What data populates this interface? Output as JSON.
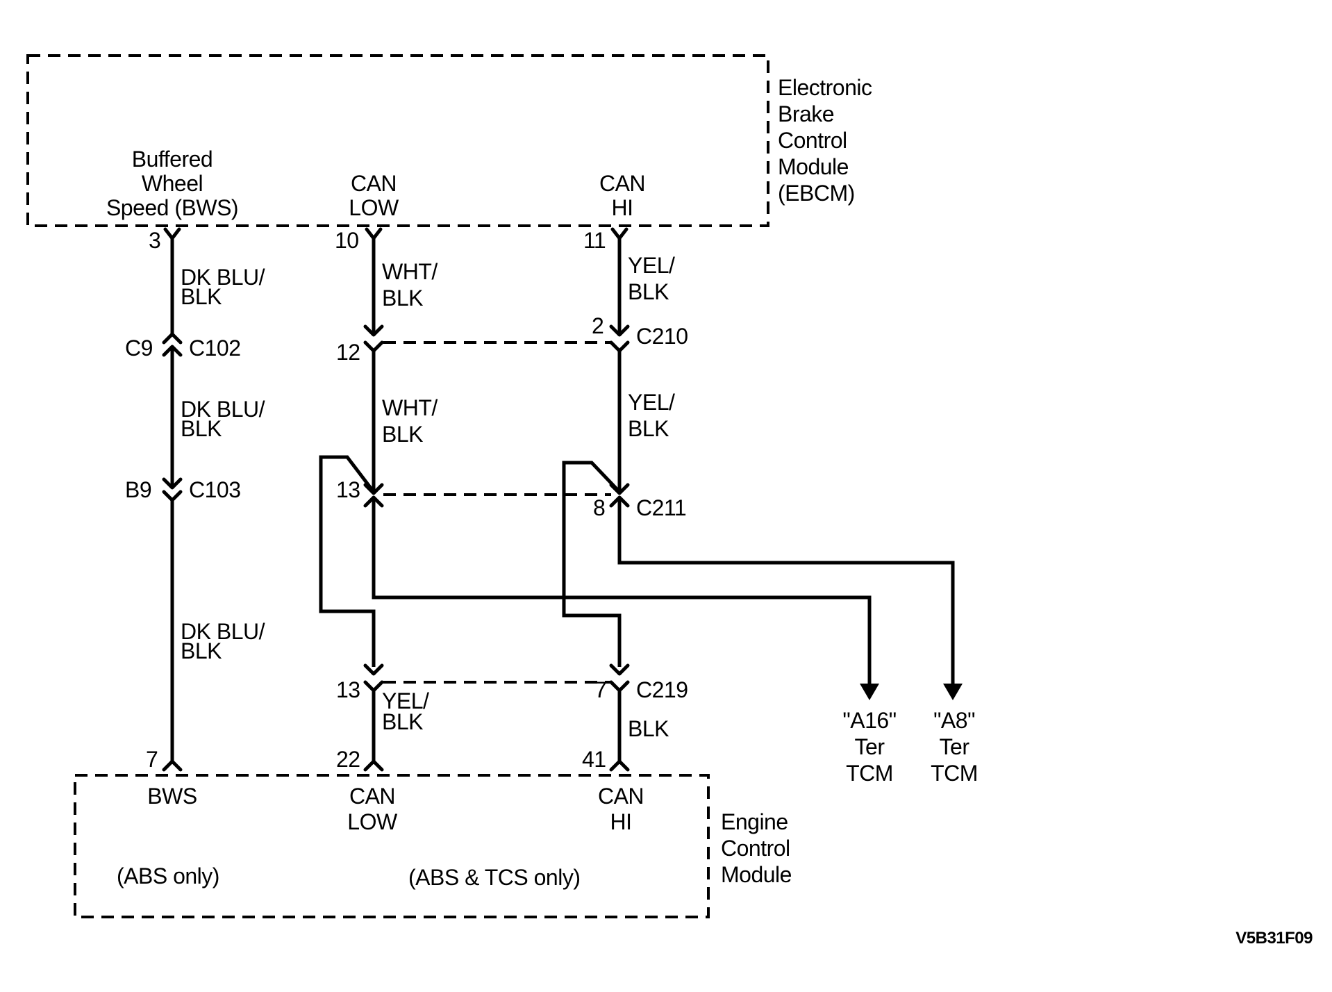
{
  "ebcm": {
    "label_lines": [
      "Electronic",
      "Brake",
      "Control",
      "Module",
      "(EBCM)"
    ],
    "bws_lines": [
      "Buffered",
      "Wheel",
      "Speed (BWS)"
    ],
    "can_low_lines": [
      "CAN",
      "LOW"
    ],
    "can_hi_lines": [
      "CAN",
      "HI"
    ],
    "pin_bws": "3",
    "pin_can_low": "10",
    "pin_can_hi": "11"
  },
  "ecm": {
    "label_lines": [
      "Engine",
      "Control",
      "Module"
    ],
    "bws": "BWS",
    "can_low_lines": [
      "CAN",
      "LOW"
    ],
    "can_hi_lines": [
      "CAN",
      "HI"
    ],
    "abs_only": "(ABS only)",
    "abs_tcs_only": "(ABS & TCS only)",
    "pin_bws": "7",
    "pin_can_low": "22",
    "pin_can_hi": "41"
  },
  "wires": {
    "bws_1": [
      "DK BLU/",
      "BLK"
    ],
    "bws_2": [
      "DK BLU/",
      "BLK"
    ],
    "bws_3": [
      "DK BLU/",
      "BLK"
    ],
    "can_low_1": [
      "WHT/",
      "BLK"
    ],
    "can_low_2": [
      "WHT/",
      "BLK"
    ],
    "can_low_3": [
      "YEL/",
      "BLK"
    ],
    "can_hi_1": [
      "YEL/",
      "BLK"
    ],
    "can_hi_2": [
      "YEL/",
      "BLK"
    ],
    "can_hi_3": "BLK"
  },
  "connectors": {
    "c102": {
      "name": "C102",
      "pin": "C9"
    },
    "c103": {
      "name": "C103",
      "pin": "B9"
    },
    "c210": {
      "name": "C210",
      "pin_low": "12",
      "pin_hi": "2"
    },
    "c211": {
      "name": "C211",
      "pin_low": "13",
      "pin_hi": "8"
    },
    "c219": {
      "name": "C219",
      "pin_low": "13",
      "pin_hi": "7"
    }
  },
  "tcm": {
    "a16_lines": [
      "\"A16\"",
      "Ter",
      "TCM"
    ],
    "a8_lines": [
      "\"A8\"",
      "Ter",
      "TCM"
    ]
  },
  "figure_id": "V5B31F09"
}
